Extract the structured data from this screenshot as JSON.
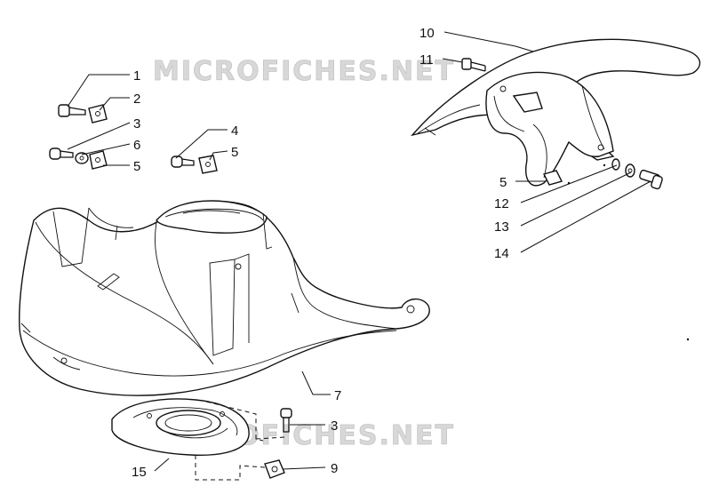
{
  "watermark": {
    "text": "MICROFICHES.NET"
  },
  "callouts": {
    "c1": "1",
    "c2": "2",
    "c3a": "3",
    "c6": "6",
    "c5a": "5",
    "c4": "4",
    "c5b": "5",
    "c10": "10",
    "c11": "11",
    "c5c": "5",
    "c12": "12",
    "c13": "13",
    "c14": "14",
    "c7": "7",
    "c3b": "3",
    "c9": "9",
    "c15": "15"
  }
}
